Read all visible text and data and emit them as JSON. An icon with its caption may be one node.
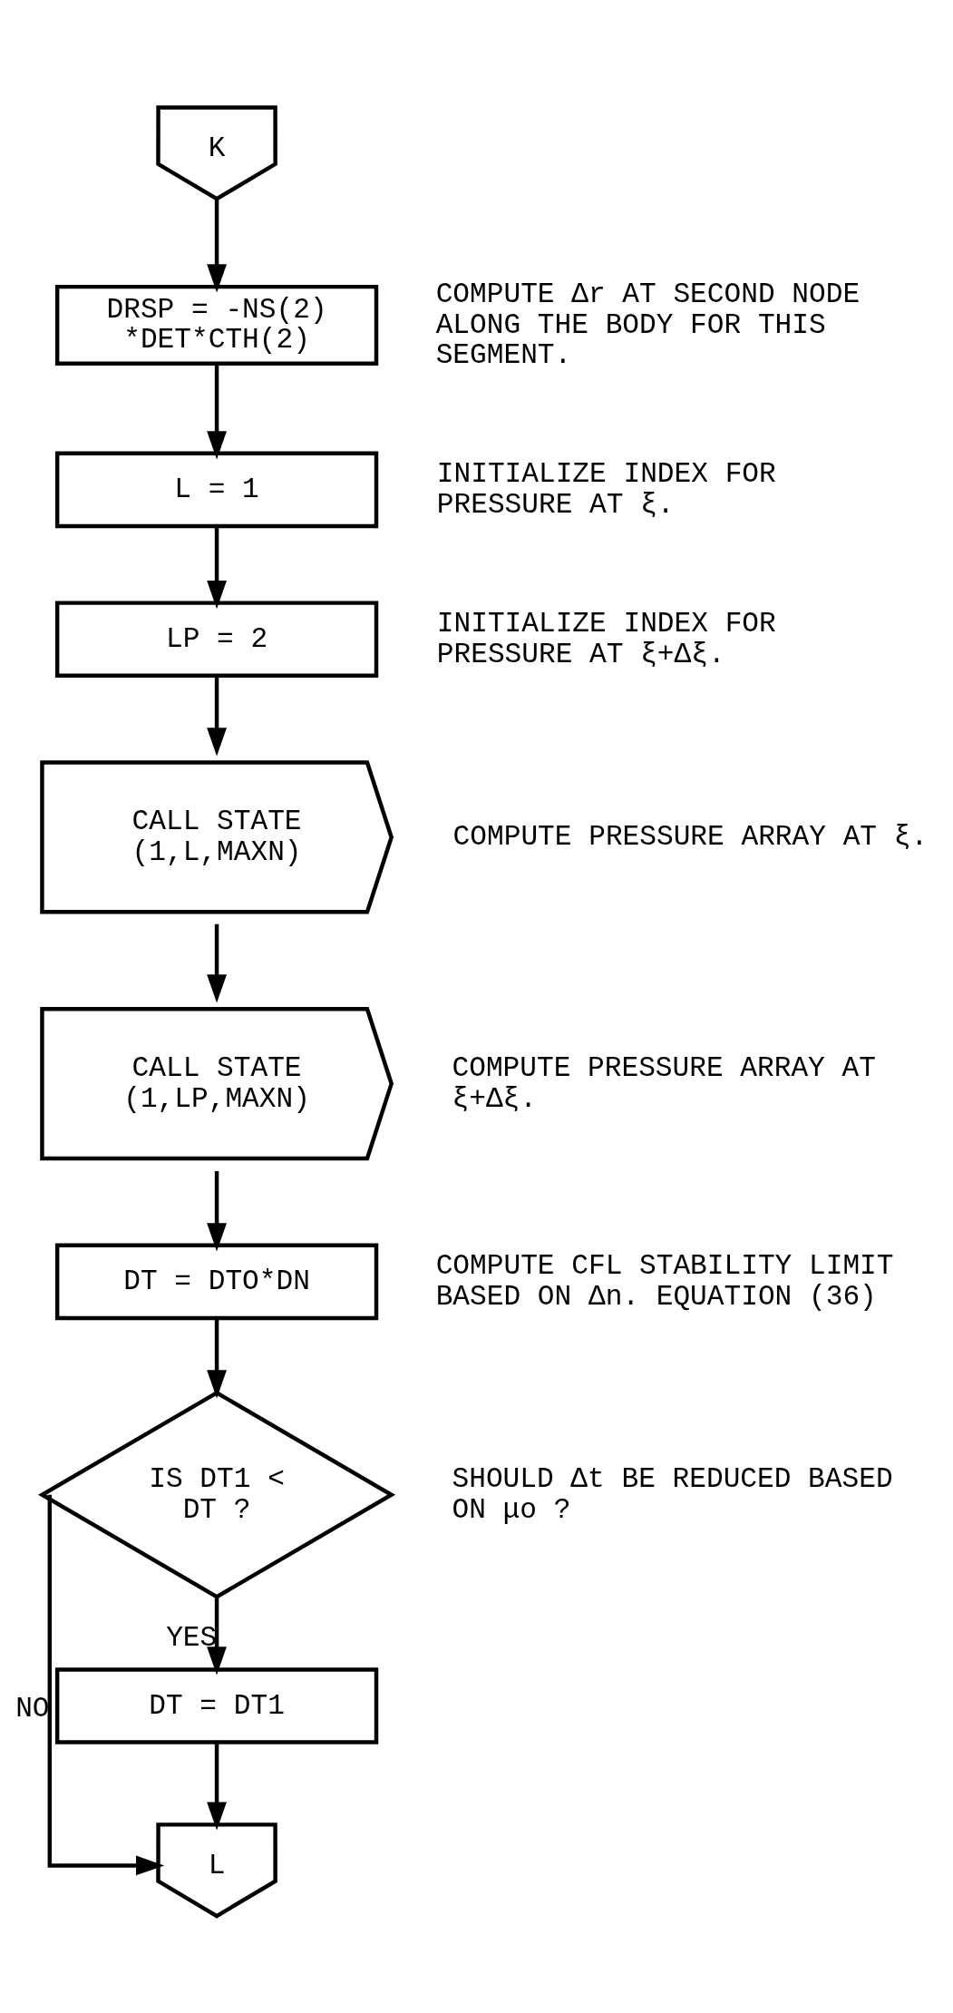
{
  "diagram": {
    "nodes": [
      {
        "text": [
          "K"
        ]
      },
      {
        "text": [
          "DRSP = -NS(2) *DET*CTH(2)"
        ],
        "beside": [
          "COMPUTE Δr AT SECOND NODE ALONG THE BODY FOR THIS SEGMENT."
        ]
      },
      {
        "text": [
          "L = 1"
        ],
        "beside": [
          "INITIALIZE INDEX FOR PRESSURE AT ξ."
        ]
      },
      {
        "text": [
          "LP = 2"
        ],
        "beside": [
          "INITIALIZE INDEX FOR PRESSURE AT ξ+Δξ."
        ]
      },
      {
        "text": [
          "CALL STATE (1,L,MAXN)"
        ],
        "beside": [
          "COMPUTE PRESSURE ARRAY AT ξ."
        ]
      },
      {
        "text": [
          "CALL STATE (1,LP,MAXN)"
        ],
        "beside": [
          "COMPUTE PRESSURE ARRAY AT ξ+Δξ."
        ]
      },
      {
        "text": [
          "DT = DTO*DN"
        ],
        "beside": [
          "COMPUTE CFL STABILITY LIMIT BASED ON Δn. EQUATION (36)"
        ]
      },
      {
        "text": [
          "IS DT1 < DT ?"
        ],
        "beside": [
          "SHOULD Δt BE REDUCED BASED ON μo ?"
        ]
      },
      {
        "text": [
          "DT = DT1"
        ]
      },
      {
        "text": [
          "L"
        ]
      }
    ],
    "edges": [
      {
        "from": 0,
        "to": 1,
        "arrow": "to"
      },
      {
        "from": 1,
        "to": 2,
        "arrow": "to"
      },
      {
        "from": 2,
        "to": 3,
        "arrow": "to"
      },
      {
        "from": 3,
        "to": 4,
        "arrow": "to"
      },
      {
        "from": 4,
        "to": 5,
        "arrow": "to"
      },
      {
        "from": 5,
        "to": 6,
        "arrow": "to"
      },
      {
        "from": 6,
        "to": 7,
        "arrow": "to"
      },
      {
        "from": 7,
        "to": 8,
        "arrow": "to",
        "label": "YES"
      },
      {
        "from": 7,
        "to": 9,
        "arrow": "to",
        "label": "NO"
      },
      {
        "from": 8,
        "to": 9,
        "arrow": "to"
      }
    ]
  }
}
